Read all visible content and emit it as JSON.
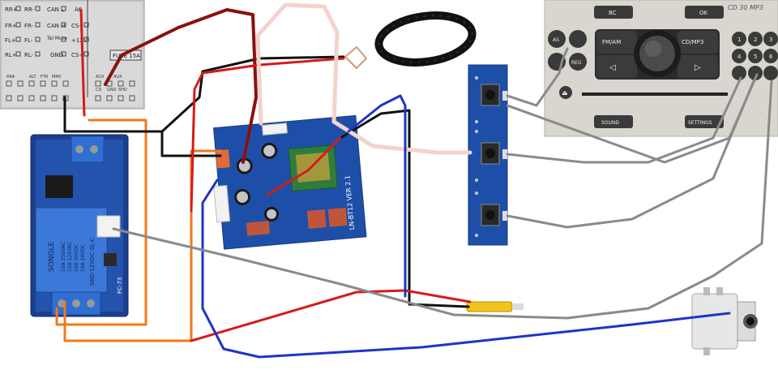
{
  "connector": {
    "labels": [
      "RR+",
      "RR-",
      "CAN L",
      "A6",
      "FR+",
      "FR-",
      "CAN H",
      "CS-",
      "FL+",
      "FL-",
      "Tel Mute",
      "+12V",
      "RL+",
      "RL-",
      "GND",
      "CS+"
    ],
    "fuse_label": "FUSE 15A",
    "bottom_labels": [
      "RRA",
      "ALT",
      "FTR",
      "MMC",
      "AUX",
      "AUX",
      "CD",
      "GND",
      "SHD"
    ]
  },
  "relay": {
    "model": "FC-73",
    "brand": "SONGLE",
    "part": "SRD-12VDC-SL-C",
    "ratings": [
      "10A 250VAC",
      "10A 125VAC",
      "10A 30VDC",
      "10A 28VDC"
    ]
  },
  "bt_board": {
    "label": "LN-BT12 VER 2.1"
  },
  "radio": {
    "model": "CD 30 MP3",
    "buttons": {
      "bc": "BC",
      "ok": "OK",
      "as": "AS",
      "reg": "REG",
      "fmam": "FM/AM",
      "cdmp3": "CD/MP3",
      "sound": "SOUND",
      "settings": "SETTINGS",
      "left": "◁",
      "right": "▷",
      "eject": "⏏"
    },
    "presets": [
      "1",
      "2",
      "3",
      "4",
      "5",
      "6"
    ]
  },
  "colors": {
    "red": "#d61a1a",
    "dark_red": "#8b1010",
    "black": "#111111",
    "blue": "#1f33c8",
    "orange": "#f07a1c",
    "gray": "#8a8a8a",
    "white_wire": "#f3d3cc",
    "pcb_blue": "#1e4fa8",
    "relay_blue": "#2f6fd1"
  }
}
